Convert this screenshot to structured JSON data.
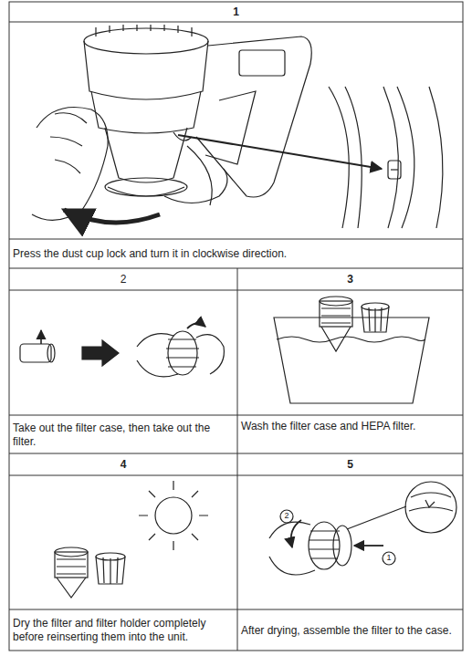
{
  "diagram": {
    "labels": [
      "1",
      "Press the dust cup lock and turn it in clockwise direction.",
      "2",
      "3",
      "Take out the filter case, then take out the filter.",
      "Wash the filter case and  HEPA filter.",
      "4",
      "5",
      "2",
      "1",
      "Dry the filter and filter holder completely before reinserting them into the unit.",
      "After drying, assemble the filter to the case."
    ]
  }
}
